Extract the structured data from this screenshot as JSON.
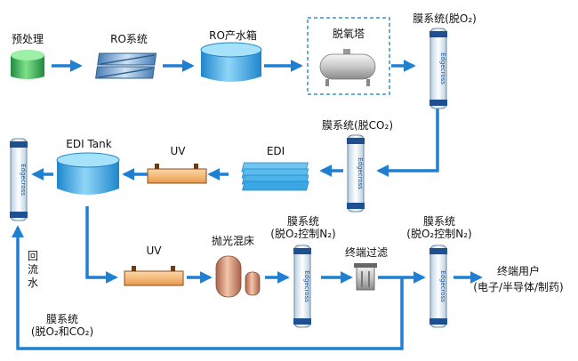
{
  "nodes": {
    "pretreat": "预处理",
    "ro": "RO系统",
    "ro_tank": "RO产水箱",
    "deox_tower": "脱氧塔",
    "membrane_o2": "膜系统(脱O₂)",
    "membrane_co2": "膜系统(脱CO₂)",
    "edi": "EDI",
    "uv1": "UV",
    "edi_tank": "EDI Tank",
    "uv2": "UV",
    "polish_bed": "抛光混床",
    "membrane_ctrl1_line1": "膜系统",
    "membrane_ctrl1_line2": "(脱O₂控制N₂)",
    "terminal_filter": "终端过滤",
    "membrane_ctrl2_line1": "膜系统",
    "membrane_ctrl2_line2": "(脱O₂控制N₂)",
    "end_user_line1": "终端用户",
    "end_user_line2": "(电子/半导体/制药)",
    "return_water": "回流水",
    "membrane_return_line1": "膜系统",
    "membrane_return_line2": "(脱O₂和CO₂)"
  },
  "column_brand": "Edgecross",
  "colors": {
    "arrow": "#1f7fd0",
    "tank_blue": "#3aa6e3",
    "pretreat_green": "#3cb35a",
    "uv_orange": "#f2b26b",
    "bed_copper": "#c98c6b",
    "dash_border": "#3a8fd0"
  }
}
